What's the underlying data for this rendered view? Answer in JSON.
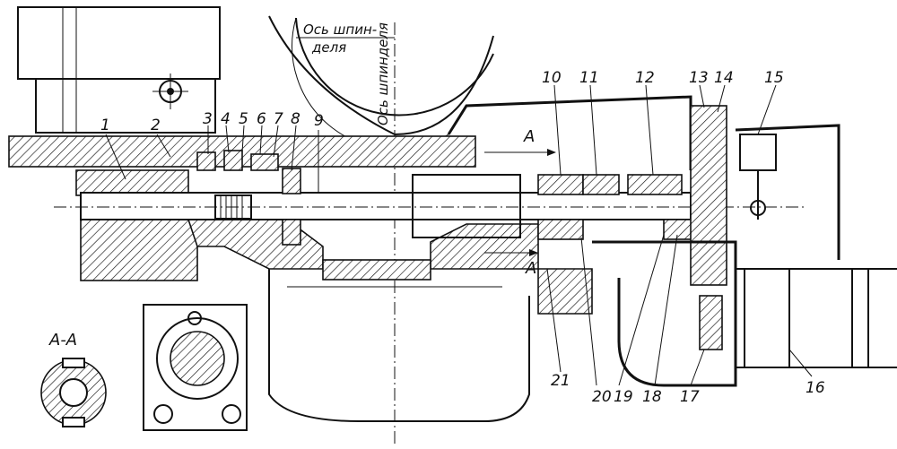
{
  "labels": {
    "axis_spindle_top_line1": "Ось шпин-",
    "axis_spindle_top_line2": "деля",
    "axis_spindle_vertical": "Ось шпинделя",
    "section_mark": "А",
    "section_title": "А-А"
  },
  "callouts": [
    "1",
    "2",
    "3",
    "4",
    "5",
    "6",
    "7",
    "8",
    "9",
    "10",
    "11",
    "12",
    "13",
    "14",
    "15",
    "16",
    "17",
    "18",
    "19",
    "20",
    "21"
  ]
}
